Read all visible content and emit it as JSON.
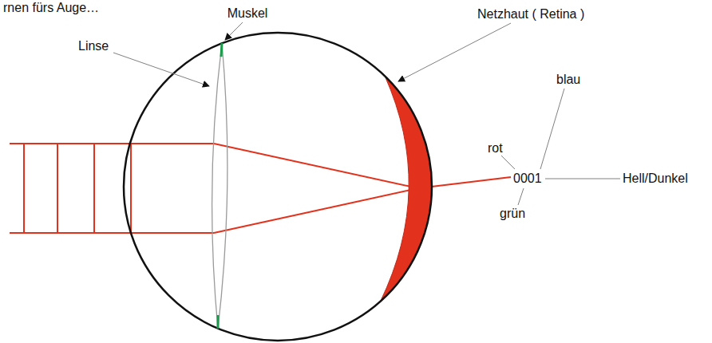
{
  "diagram": {
    "labels": [
      "rnen fürs Auge…",
      "Muskel",
      "Linse",
      "Netzhaut ( Retina )",
      "rot",
      "blau",
      "0001",
      "grün",
      "Hell/Dunkel"
    ]
  }
}
